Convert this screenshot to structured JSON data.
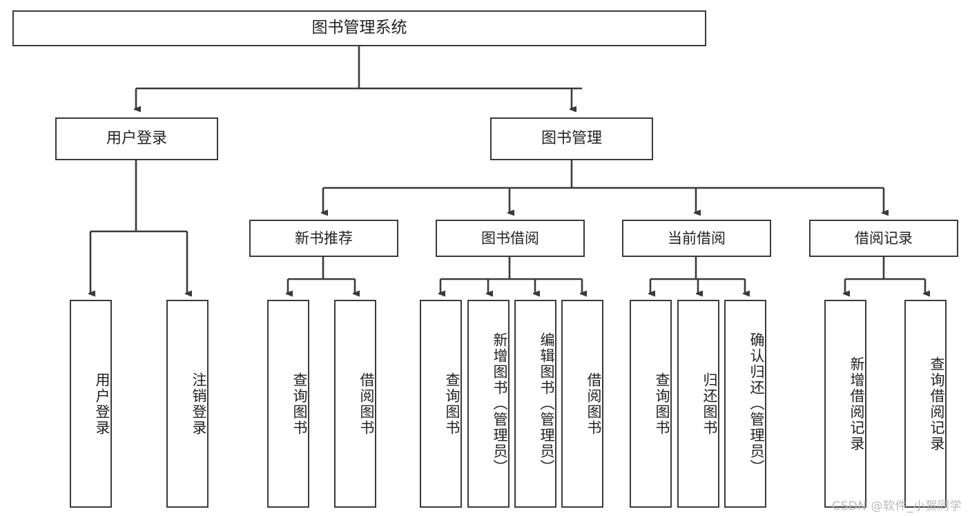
{
  "diagram": {
    "title": "图书管理系统",
    "type": "functional-structure-tree",
    "root": {
      "label": "图书管理系统"
    },
    "level1": [
      {
        "label": "用户登录"
      },
      {
        "label": "图书管理"
      }
    ],
    "level2": [
      {
        "label": "新书推荐"
      },
      {
        "label": "图书借阅"
      },
      {
        "label": "当前借阅"
      },
      {
        "label": "借阅记录"
      }
    ],
    "leaves": {
      "user_login": [
        {
          "label": "用户登录"
        },
        {
          "label": "注销登录"
        }
      ],
      "new_book_recommend": [
        {
          "label": "查询图书"
        },
        {
          "label": "借阅图书"
        }
      ],
      "book_borrow": [
        {
          "label": "查询图书"
        },
        {
          "label": "新增图书（管理员）"
        },
        {
          "label": "编辑图书（管理员）"
        },
        {
          "label": "借阅图书"
        }
      ],
      "current_borrow": [
        {
          "label": "查询图书"
        },
        {
          "label": "归还图书"
        },
        {
          "label": "确认归还（管理员）"
        }
      ],
      "borrow_record": [
        {
          "label": "新增借阅记录"
        },
        {
          "label": "查询借阅记录"
        }
      ]
    }
  },
  "watermark": {
    "text": "CSDN @软件_小贺同学"
  },
  "colors": {
    "box_border": "#3a3a3a",
    "box_fill": "#ffffff",
    "line": "#3a3a3a",
    "text": "#222222",
    "watermark": "#b9b9b9"
  }
}
